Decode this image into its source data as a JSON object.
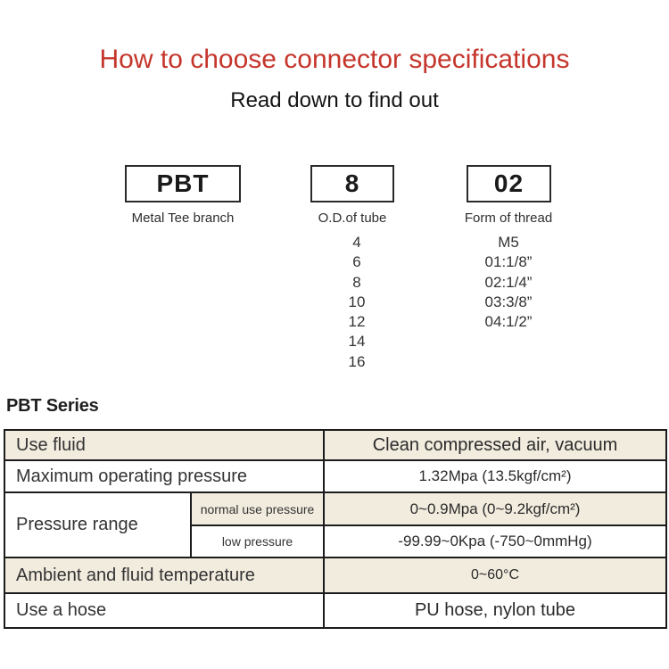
{
  "colors": {
    "title_red": "#c5362c",
    "row_beige": "#f2ecdf",
    "table_border": "#1c1c1c"
  },
  "page": {
    "title": "How to choose connector specifications",
    "subtitle": "Read down to find out"
  },
  "breakdown": {
    "columns": [
      {
        "code": "PBT",
        "label": "Metal Tee branch",
        "options": []
      },
      {
        "code": "8",
        "label": "O.D.of tube",
        "options": [
          "4",
          "6",
          "8",
          "10",
          "12",
          "14",
          "16"
        ]
      },
      {
        "code": "02",
        "label": "Form of thread",
        "options": [
          "M5",
          "01:1/8”",
          "02:1/4”",
          "03:3/8”",
          "04:1/2”"
        ]
      }
    ]
  },
  "series": {
    "heading": "PBT Series"
  },
  "spec_table": {
    "rows": [
      {
        "label": "Use fluid",
        "value": "Clean compressed air, vacuum"
      },
      {
        "label": "Maximum operating pressure",
        "value": "1.32Mpa (13.5kgf/cm²)"
      },
      {
        "label": "Pressure range",
        "sublabel": "normal use pressure",
        "value": "0~0.9Mpa (0~9.2kgf/cm²)"
      },
      {
        "sublabel": "low pressure",
        "value": "-99.99~0Kpa (-750~0mmHg)"
      },
      {
        "label": "Ambient and fluid temperature",
        "value": "0~60°C"
      },
      {
        "label": "Use a hose",
        "value": "PU hose, nylon tube"
      }
    ]
  }
}
